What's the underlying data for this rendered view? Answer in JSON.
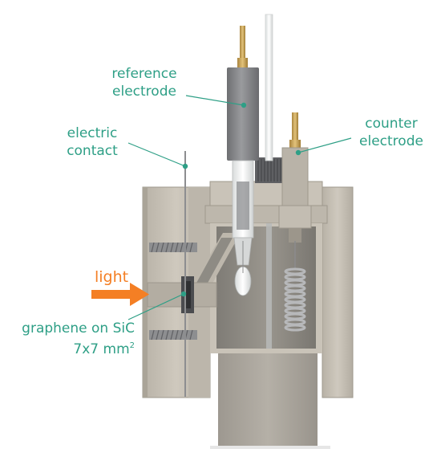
{
  "labels": {
    "reference_electrode": {
      "line1": "reference",
      "line2": "electrode"
    },
    "counter_electrode": {
      "line1": "counter",
      "line2": "electrode"
    },
    "electric_contact": {
      "line1": "electric",
      "line2": "contact"
    },
    "light": "light",
    "graphene": {
      "line1": "graphene on SiC",
      "line2_text": "7x7 mm",
      "line2_sup": "2"
    }
  },
  "colors": {
    "label": "#2e9f86",
    "light_arrow": "#f47f24",
    "cell_body": "#c7c1b6",
    "cell_face": "#a8a296",
    "chamber_interior": "#8a8780",
    "electrode_rod": "#8a8b8d",
    "brass": "#c6a35a"
  }
}
